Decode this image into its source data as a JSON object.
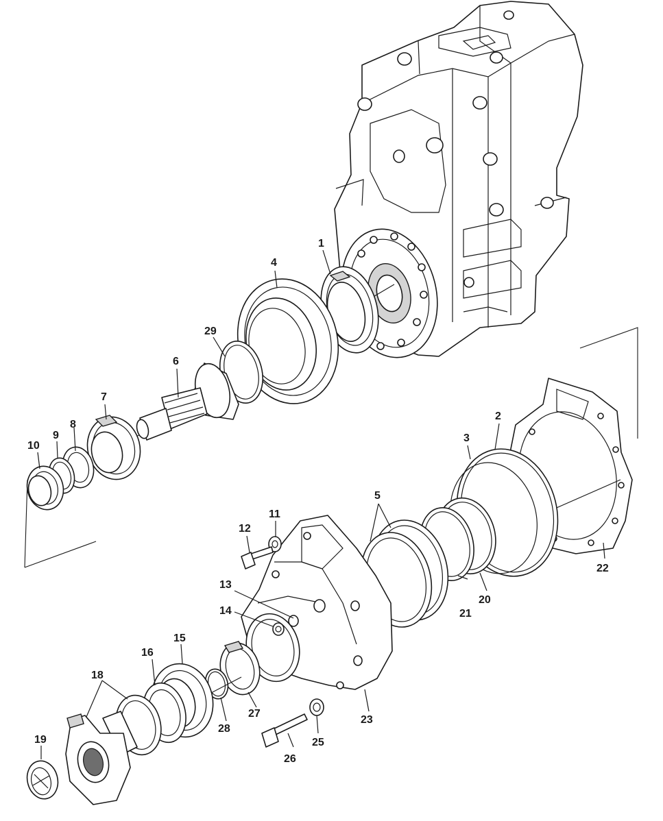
{
  "diagram": {
    "callouts": [
      {
        "id": "1",
        "label": "1"
      },
      {
        "id": "2",
        "label": "2"
      },
      {
        "id": "3",
        "label": "3"
      },
      {
        "id": "4",
        "label": "4"
      },
      {
        "id": "5",
        "label": "5"
      },
      {
        "id": "6",
        "label": "6"
      },
      {
        "id": "7",
        "label": "7"
      },
      {
        "id": "8",
        "label": "8"
      },
      {
        "id": "9",
        "label": "9"
      },
      {
        "id": "10",
        "label": "10"
      },
      {
        "id": "11",
        "label": "11"
      },
      {
        "id": "12",
        "label": "12"
      },
      {
        "id": "13",
        "label": "13"
      },
      {
        "id": "14",
        "label": "14"
      },
      {
        "id": "15",
        "label": "15"
      },
      {
        "id": "16",
        "label": "16"
      },
      {
        "id": "18",
        "label": "18"
      },
      {
        "id": "19",
        "label": "19"
      },
      {
        "id": "20",
        "label": "20"
      },
      {
        "id": "21",
        "label": "21"
      },
      {
        "id": "22",
        "label": "22"
      },
      {
        "id": "23",
        "label": "23"
      },
      {
        "id": "25",
        "label": "25"
      },
      {
        "id": "26",
        "label": "26"
      },
      {
        "id": "27",
        "label": "27"
      },
      {
        "id": "28",
        "label": "28"
      },
      {
        "id": "29",
        "label": "29"
      }
    ]
  }
}
